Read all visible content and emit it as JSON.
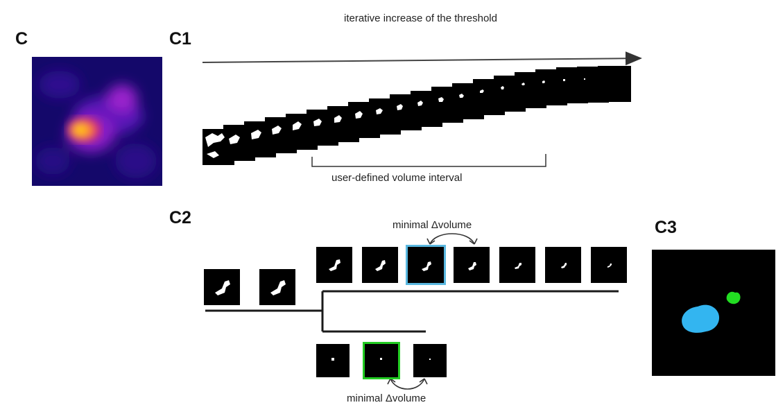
{
  "panel_labels": {
    "c": "C",
    "c1": "C1",
    "c2": "C2",
    "c3": "C3"
  },
  "texts": {
    "threshold_arrow_label": "iterative increase of the threshold",
    "volume_interval_label": "user-defined volume interval",
    "min_dvolume_top": "minimal Δvolume",
    "min_dvolume_bottom": "minimal Δvolume"
  },
  "colors": {
    "heat_low": "#1a0a6b",
    "heat_mid": "#b21fd1",
    "heat_high": "#ffcc00",
    "selected_top": "#5ab8e0",
    "selected_bottom": "#22cc22",
    "blob_blue": "#33b5f0",
    "blob_green": "#22dd22"
  },
  "icons": {
    "arrow": "right-arrow-icon",
    "swap": "curved-double-arrow-icon"
  }
}
